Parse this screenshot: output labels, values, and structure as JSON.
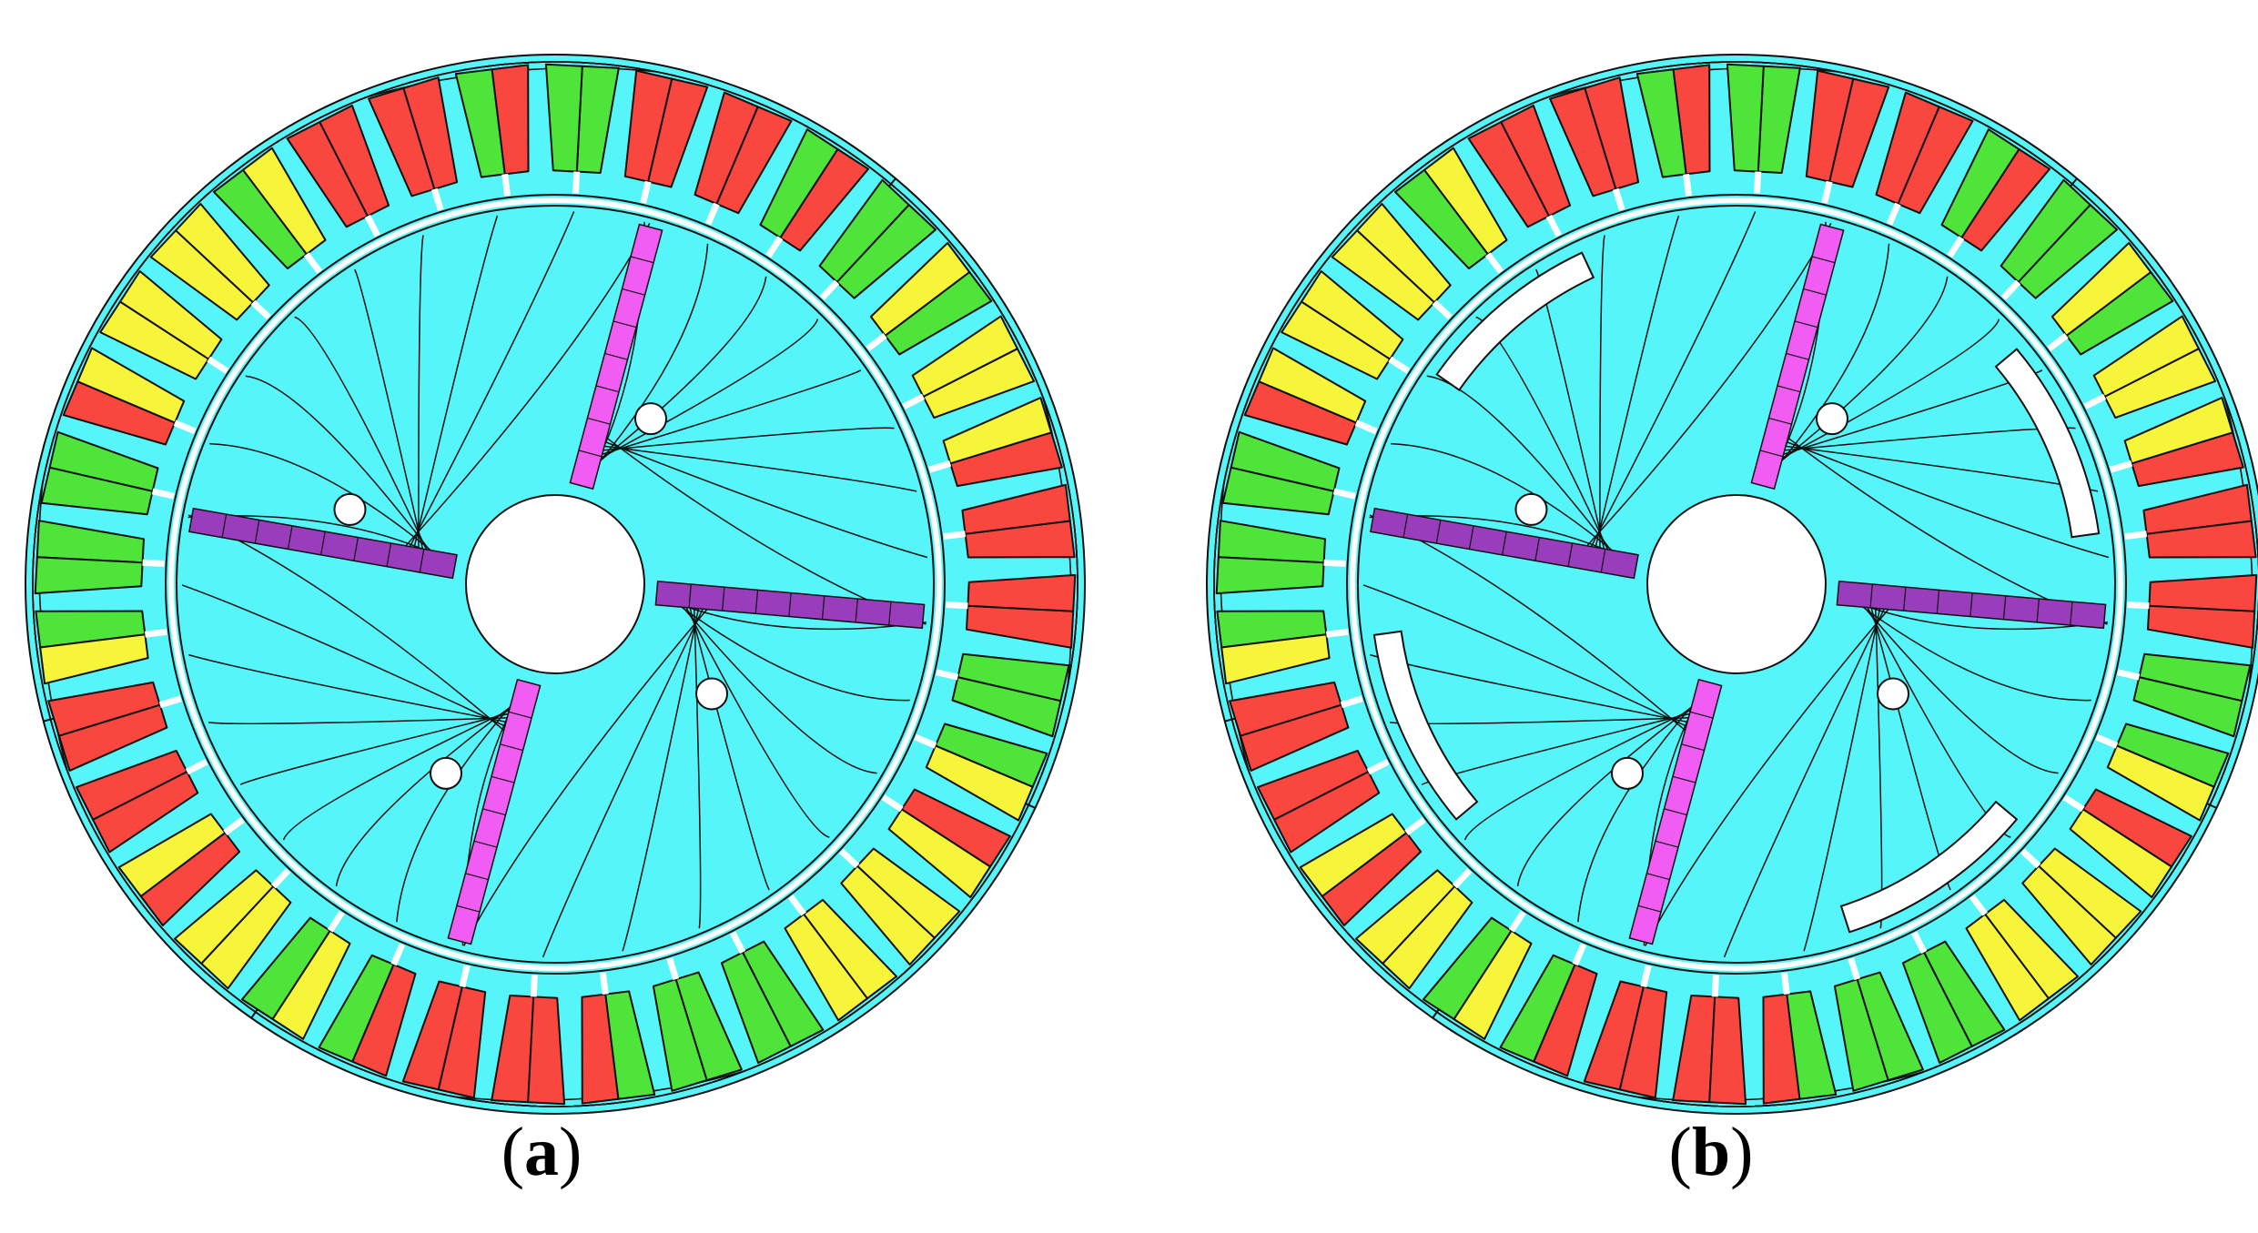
{
  "figure": {
    "colors": {
      "core": "#55f5f9",
      "phase_a": "#f9463f",
      "phase_b": "#4ee43a",
      "phase_c": "#f7f53a",
      "magnet_radial": "#f15cf2",
      "magnet_spoke": "#9a3dbc",
      "hole": "#ffffff",
      "line": "#101010"
    },
    "slot_count": 36,
    "slot_phases": [
      "R",
      "R",
      "RG",
      "G",
      "GY",
      "Y",
      "RY",
      "R",
      "R",
      "G",
      "YG",
      "YR",
      "Y",
      "Y",
      "G",
      "G",
      "RG",
      "R",
      "R",
      "GR",
      "GY",
      "Y",
      "YR",
      "R",
      "R",
      "GY",
      "G",
      "G",
      "YR",
      "Y",
      "Y",
      "YG",
      "R",
      "R",
      "RG",
      "G"
    ],
    "panels": [
      {
        "id": "a",
        "caption": {
          "open": "(",
          "letter": "a",
          "close": ")"
        },
        "flux_barriers": false,
        "magnet_angles_deg": [
          -75,
          5,
          105,
          190
        ]
      },
      {
        "id": "b",
        "caption": {
          "open": "(",
          "letter": "b",
          "close": ")"
        },
        "flux_barriers": true,
        "magnet_angles_deg": [
          -75,
          5,
          105,
          190
        ]
      }
    ]
  }
}
